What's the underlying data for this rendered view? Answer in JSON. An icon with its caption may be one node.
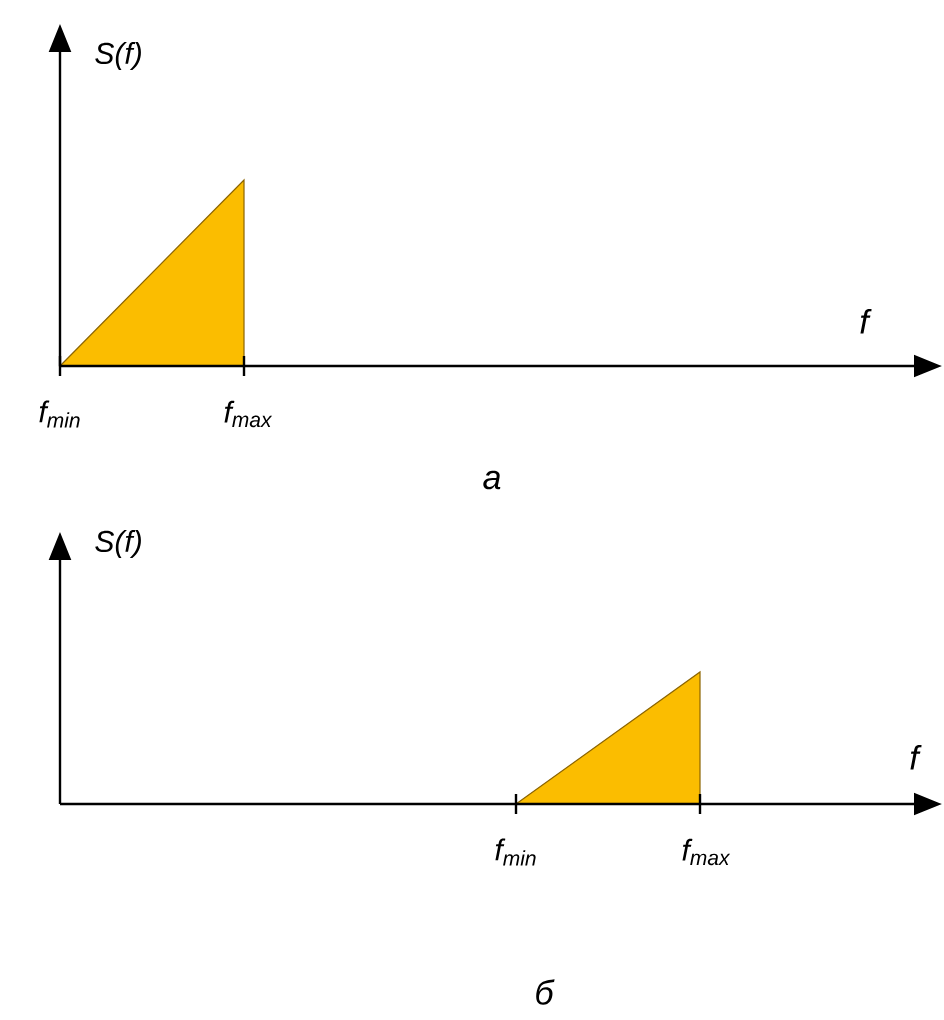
{
  "diagram": {
    "labels": [
      "S(f)",
      "f",
      "f$_{min}$",
      "f$_{max}$",
      "а",
      "S(f)",
      "f",
      "f$_{min}$",
      "f$_{max}$",
      "б"
    ]
  }
}
